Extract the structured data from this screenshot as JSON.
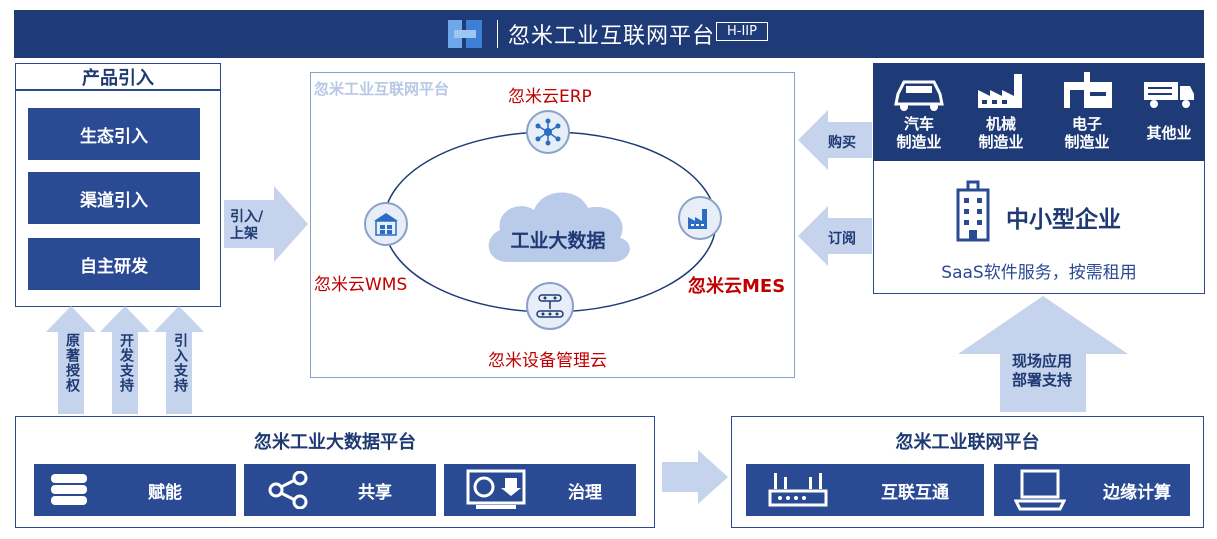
{
  "header": {
    "title": "忽米工业互联网平台",
    "badge": "H-IIP"
  },
  "product": {
    "title": "产品引入",
    "items": [
      "生态引入",
      "渠道引入",
      "自主研发"
    ]
  },
  "arrows": {
    "shelf": "引入/\n上架",
    "buy": "购买",
    "subscribe": "订阅",
    "deploy": "现场应用\n部署支持",
    "up1": "原著授权",
    "up2": "开发支持",
    "up3": "引入支持"
  },
  "center": {
    "watermark": "忽米工业互联网平台",
    "cloud": "工业大数据",
    "erp": "忽米云ERP",
    "wms": "忽米云WMS",
    "mes": "忽米云MES",
    "device": "忽米设备管理云"
  },
  "industries": [
    {
      "label": "汽车\n制造业",
      "icon": "car-icon"
    },
    {
      "label": "机械\n制造业",
      "icon": "factory-icon"
    },
    {
      "label": "电子\n制造业",
      "icon": "electronics-factory-icon"
    },
    {
      "label": "其他业",
      "icon": "truck-icon"
    }
  ],
  "enterprise": {
    "title": "中小型企业",
    "subtitle": "SaaS软件服务，按需租用"
  },
  "bigdata": {
    "title": "忽米工业大数据平台",
    "items": [
      {
        "label": "赋能",
        "icon": "database-icon"
      },
      {
        "label": "共享",
        "icon": "share-icon"
      },
      {
        "label": "治理",
        "icon": "monitor-download-icon"
      }
    ]
  },
  "iot": {
    "title": "忽米工业联网平台",
    "items": [
      {
        "label": "互联互通",
        "icon": "router-icon"
      },
      {
        "label": "边缘计算",
        "icon": "laptop-icon"
      }
    ]
  },
  "colors": {
    "navy": "#1e3b78",
    "button": "#2b4a94",
    "arrow": "#c5d3ec",
    "red": "#c00000"
  }
}
